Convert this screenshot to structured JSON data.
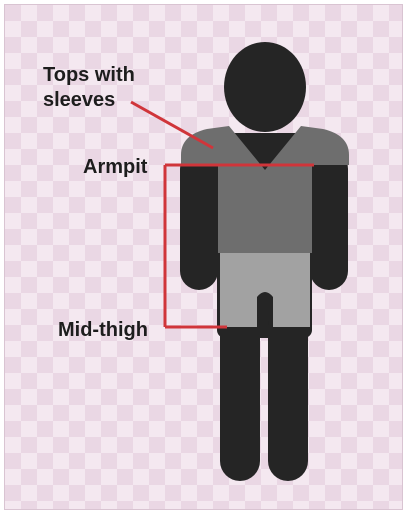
{
  "labels": {
    "tops_with_sleeves_line1": "Tops with",
    "tops_with_sleeves_line2": "sleeves",
    "armpit": "Armpit",
    "mid_thigh": "Mid-thigh"
  },
  "icons": {
    "figure": "person-silhouette-icon"
  },
  "colors": {
    "background": "#ead7e4",
    "background_check": "#f4e8f0",
    "body": "#252525",
    "top": "#6e6e6e",
    "shorts": "#a2a2a2",
    "marker": "#d0353a",
    "label_text": "#1d1d1d"
  }
}
